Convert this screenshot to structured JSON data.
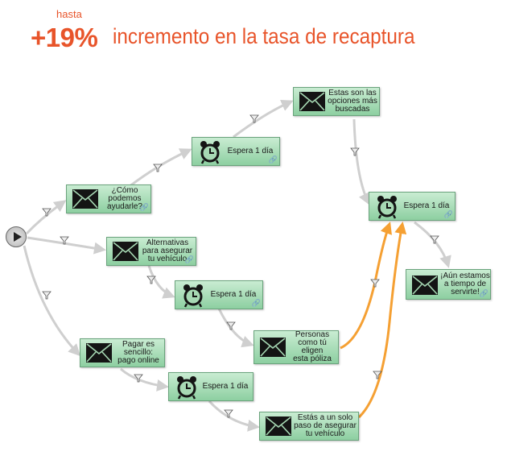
{
  "header": {
    "prefix": "hasta",
    "percent": "+19%",
    "text": "incremento en la tasa de recaptura"
  },
  "nodes": {
    "email_1": "¿Cómo\npodemos\nayudarle?",
    "email_2": "Alternativas\npara asegurar\ntu vehículo",
    "email_3": "Pagar es\nsencillo:\npago online",
    "wait_1": "Espera 1 día",
    "wait_2": "Espera 1 día",
    "wait_3": "Espera 1 día",
    "email_4": "Estas son las\nopciones más\nbuscadas",
    "email_5": "Personas\ncomo tú\neligen\nesta póliza",
    "email_6": "Estás a un solo\npaso de asegurar\ntu vehículo",
    "wait_4": "Espera 1 día",
    "email_7": "¡Aún estamos\na tiempo de\nservirte!"
  },
  "colors": {
    "accent": "#e8542a",
    "node_top": "#c9ecd2",
    "node_bottom": "#8dcfa1",
    "connector": "#cfcfcf",
    "highlight_connector": "#f5a033"
  },
  "icons": {
    "email": "envelope-icon",
    "wait": "alarm-clock-icon",
    "start": "play-icon",
    "link": "link-icon",
    "filter": "filter-funnel-icon"
  }
}
